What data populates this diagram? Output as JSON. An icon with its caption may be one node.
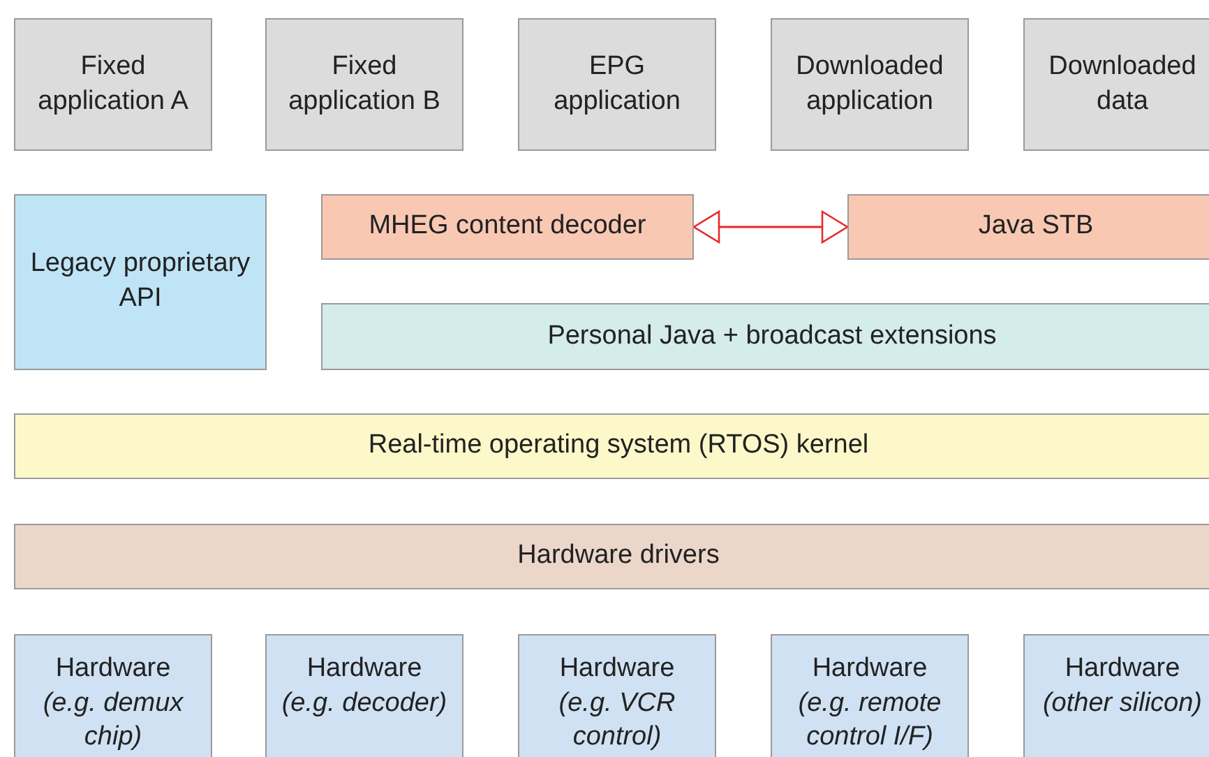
{
  "diagram": {
    "nodes": [
      {
        "text": [
          "Fixed application A"
        ]
      },
      {
        "text": [
          "Fixed application B"
        ]
      },
      {
        "text": [
          "EPG application"
        ]
      },
      {
        "text": [
          "Downloaded application"
        ]
      },
      {
        "text": [
          "Downloaded data"
        ]
      },
      {
        "text": [
          "Legacy proprietary API"
        ]
      },
      {
        "text": [
          "MHEG content decoder"
        ]
      },
      {
        "text": [
          "Java STB"
        ]
      },
      {
        "text": [
          "Personal Java + broadcast extensions"
        ]
      },
      {
        "text": [
          "Real-time operating system (RTOS) kernel"
        ]
      },
      {
        "text": [
          "Hardware drivers"
        ]
      },
      {
        "text": [
          "Hardware",
          "(e.g. demux chip)"
        ]
      },
      {
        "text": [
          "Hardware",
          "(e.g. decoder)"
        ]
      },
      {
        "text": [
          "Hardware",
          "(e.g. VCR control)"
        ]
      },
      {
        "text": [
          "Hardware",
          "(e.g. remote control I/F)"
        ]
      },
      {
        "text": [
          "Hardware",
          "(other silicon)"
        ]
      }
    ],
    "edges": [
      {
        "from": 6,
        "to": 7,
        "arrow": "both",
        "color": "#e8282b"
      }
    ]
  }
}
